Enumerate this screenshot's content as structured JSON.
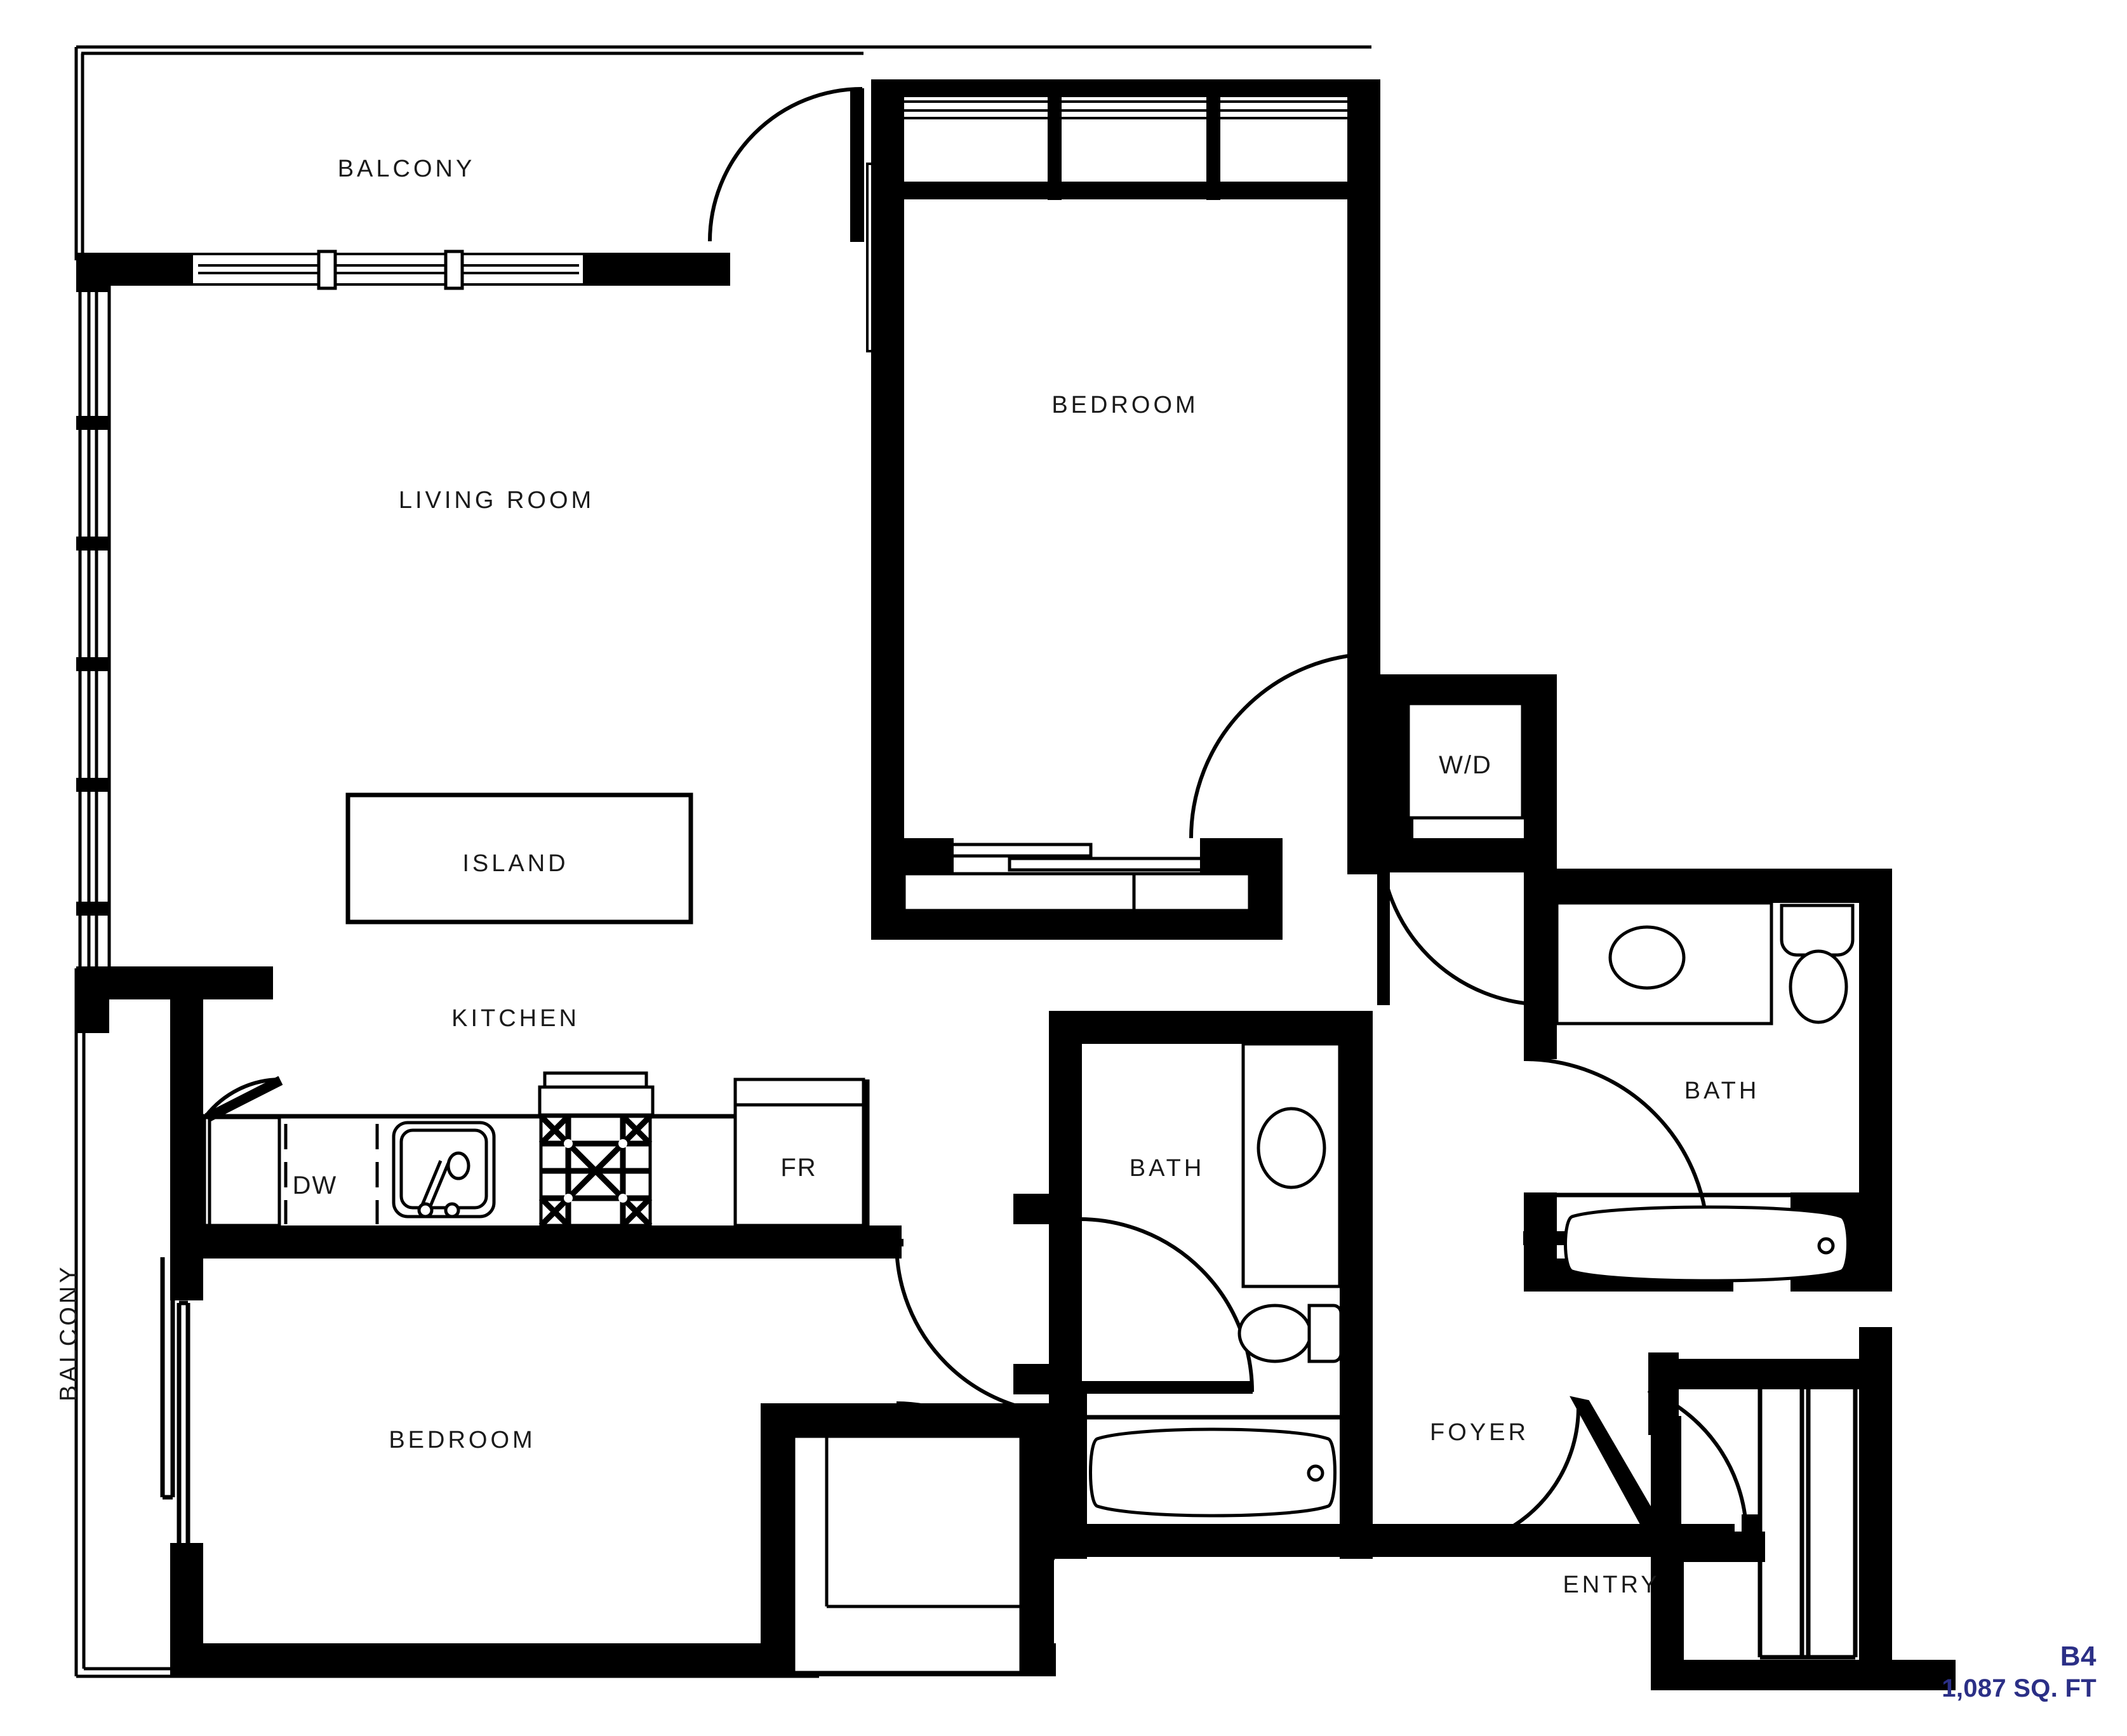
{
  "plan": {
    "unit_label": "B4",
    "area_label": "1,087 SQ. FT",
    "accent_color": "#2b2f86",
    "line_color": "#000000",
    "background_color": "#ffffff"
  },
  "rooms": [
    {
      "key": "balcony_top",
      "label": "BALCONY"
    },
    {
      "key": "living_room",
      "label": "LIVING ROOM"
    },
    {
      "key": "bedroom_top",
      "label": "BEDROOM"
    },
    {
      "key": "island",
      "label": "ISLAND"
    },
    {
      "key": "kitchen",
      "label": "KITCHEN"
    },
    {
      "key": "balcony_left",
      "label": "BALCONY"
    },
    {
      "key": "bedroom_bottom",
      "label": "BEDROOM"
    },
    {
      "key": "bath_center",
      "label": "BATH"
    },
    {
      "key": "bath_right",
      "label": "BATH"
    },
    {
      "key": "foyer",
      "label": "FOYER"
    },
    {
      "key": "entry",
      "label": "ENTRY"
    }
  ],
  "appliances": [
    {
      "key": "washer_dryer",
      "label": "W/D"
    },
    {
      "key": "dishwasher",
      "label": "DW"
    },
    {
      "key": "refrigerator",
      "label": "FR"
    }
  ],
  "fixtures": [
    {
      "key": "kitchen-sink",
      "name": "kitchen-sink-icon"
    },
    {
      "key": "cooktop-range",
      "name": "cooktop-icon"
    },
    {
      "key": "bathtub-center",
      "name": "bathtub-icon"
    },
    {
      "key": "bathtub-right",
      "name": "bathtub-icon"
    },
    {
      "key": "toilet-center",
      "name": "toilet-icon"
    },
    {
      "key": "toilet-right",
      "name": "toilet-icon"
    },
    {
      "key": "vanity-sink-center",
      "name": "vanity-sink-icon"
    },
    {
      "key": "vanity-sink-right",
      "name": "vanity-sink-icon"
    },
    {
      "key": "closet-bedroom-top",
      "name": "closet-sliding-doors-icon"
    },
    {
      "key": "closet-bedroom-bottom",
      "name": "walk-in-closet-icon"
    },
    {
      "key": "closet-entry",
      "name": "entry-closet-icon"
    },
    {
      "key": "pantry-kitchen",
      "name": "pantry-door-icon"
    }
  ],
  "doors": [
    {
      "key": "balcony-to-bedroom-door",
      "type": "swing"
    },
    {
      "key": "bedroom-top-door",
      "type": "swing"
    },
    {
      "key": "wd-closet-door",
      "type": "swing"
    },
    {
      "key": "bath-right-door",
      "type": "swing"
    },
    {
      "key": "bath-center-door",
      "type": "swing"
    },
    {
      "key": "bedroom-bottom-door",
      "type": "swing"
    },
    {
      "key": "closet-bottom-door",
      "type": "swing"
    },
    {
      "key": "entry-door",
      "type": "swing"
    },
    {
      "key": "entry-closet-door",
      "type": "swing"
    },
    {
      "key": "living-slider",
      "type": "sliding"
    },
    {
      "key": "bedroom-bottom-slider",
      "type": "sliding"
    }
  ]
}
